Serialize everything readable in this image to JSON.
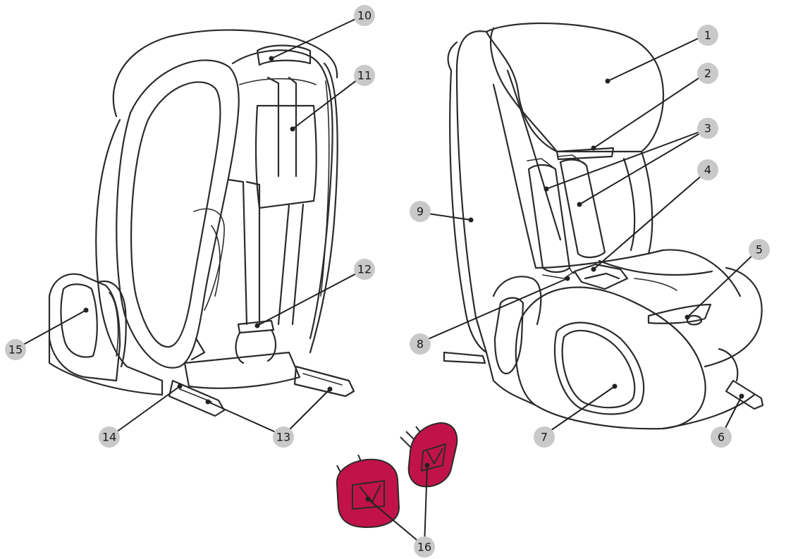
{
  "callouts": [
    {
      "id": "c1",
      "number": "1"
    },
    {
      "id": "c2",
      "number": "2"
    },
    {
      "id": "c3",
      "number": "3"
    },
    {
      "id": "c4",
      "number": "4"
    },
    {
      "id": "c5",
      "number": "5"
    },
    {
      "id": "c6",
      "number": "6"
    },
    {
      "id": "c7",
      "number": "7"
    },
    {
      "id": "c8",
      "number": "8"
    },
    {
      "id": "c9",
      "number": "9"
    },
    {
      "id": "c10",
      "number": "10"
    },
    {
      "id": "c11",
      "number": "11"
    },
    {
      "id": "c12",
      "number": "12"
    },
    {
      "id": "c13",
      "number": "13"
    },
    {
      "id": "c14",
      "number": "14"
    },
    {
      "id": "c15",
      "number": "15"
    },
    {
      "id": "c16",
      "number": "16"
    }
  ],
  "colors": {
    "line": "#2b2b2b",
    "badge": "#c9c9c9",
    "highlight_part": "#c2124a"
  }
}
